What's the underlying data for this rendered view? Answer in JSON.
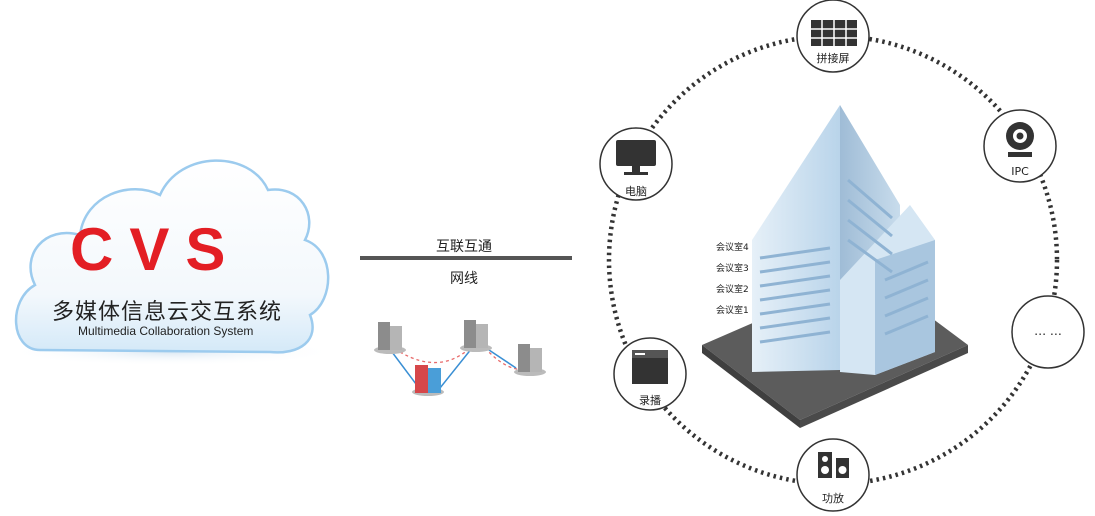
{
  "logo": {
    "mark": "CVS",
    "name_cn": "多媒体信息云交互系统",
    "name_en": "Multimedia Collaboration System"
  },
  "link": {
    "top_label": "互联互通",
    "bottom_label": "网线"
  },
  "building": {
    "rooms": [
      "会议室4",
      "会议室3",
      "会议室2",
      "会议室1"
    ]
  },
  "devices": [
    {
      "id": "video-wall",
      "label": "拼接屏",
      "icon": "video-wall-icon"
    },
    {
      "id": "ipc",
      "label": "IPC",
      "icon": "ip-camera-icon"
    },
    {
      "id": "more",
      "label": "… …",
      "icon": "ellipsis"
    },
    {
      "id": "amplifier",
      "label": "功放",
      "icon": "speaker-icon"
    },
    {
      "id": "recorder",
      "label": "录播",
      "icon": "recorder-icon"
    },
    {
      "id": "computer",
      "label": "电脑",
      "icon": "monitor-icon"
    }
  ],
  "colors": {
    "brand_red": "#e31e24",
    "ring": "#333333",
    "cloud_edge": "#a9d3f0",
    "building": "#cfe3f3"
  }
}
